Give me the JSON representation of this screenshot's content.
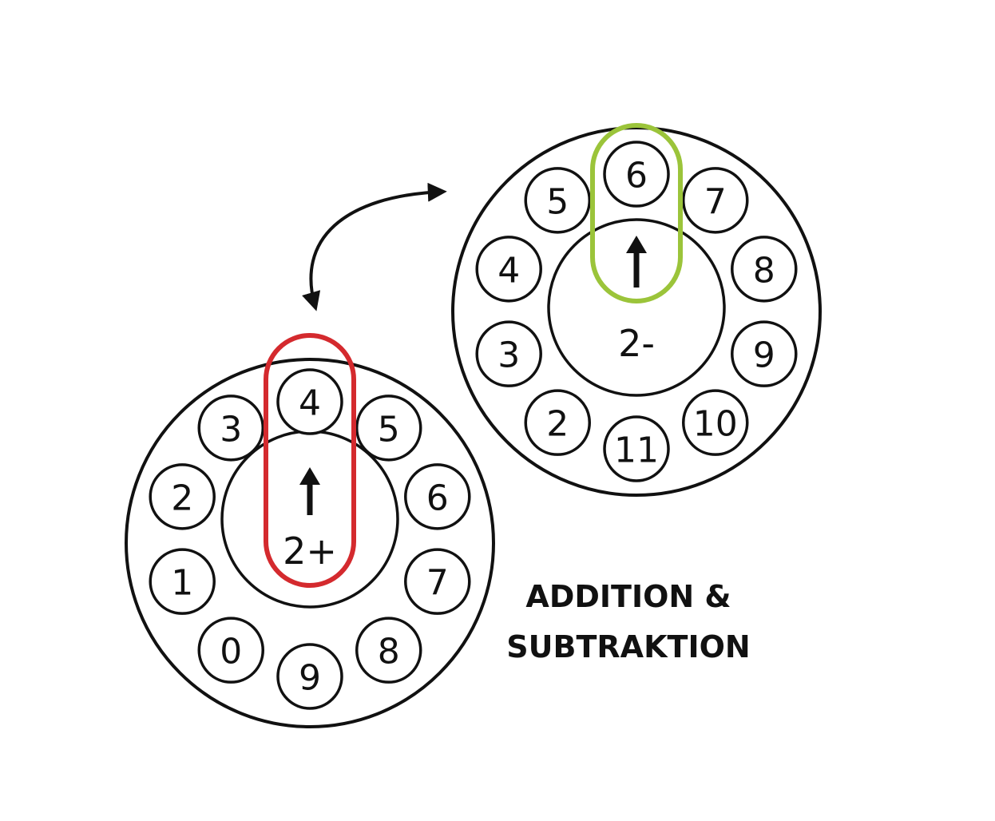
{
  "title": {
    "line1": "ADDITION &",
    "line2": "SUBTRAKTION"
  },
  "wheels": [
    {
      "id": "addition",
      "operator_label": "2+",
      "numbers": [
        "4",
        "5",
        "6",
        "7",
        "8",
        "9",
        "0",
        "1",
        "2",
        "3"
      ],
      "highlighted": "4",
      "highlight_color": "#d42a2e"
    },
    {
      "id": "subtraction",
      "operator_label": "2-",
      "numbers": [
        "6",
        "7",
        "8",
        "9",
        "10",
        "11",
        "2",
        "3",
        "4",
        "5"
      ],
      "highlighted": "6",
      "highlight_color": "#9bc43a"
    }
  ],
  "colors": {
    "stroke": "#111111",
    "background": "#ffffff"
  }
}
